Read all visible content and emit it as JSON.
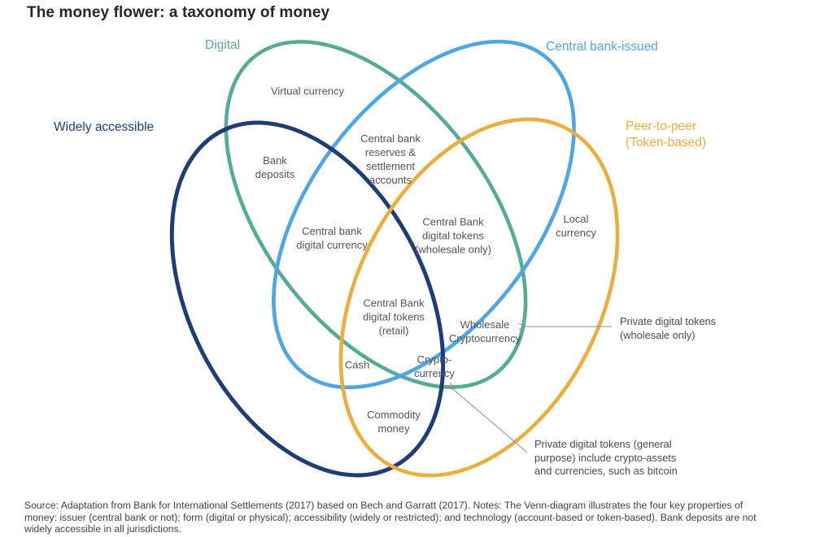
{
  "title": "The money flower: a taxonomy of money",
  "diagram": {
    "petals": [
      {
        "id": "widely-accessible",
        "label": "Widely accessible",
        "color": "#1F3C78"
      },
      {
        "id": "digital",
        "label": "Digital",
        "color": "#55AC96"
      },
      {
        "id": "central-bank-issued",
        "label": "Central bank-issued",
        "color": "#4EA6E6"
      },
      {
        "id": "peer-to-peer",
        "label": "Peer-to-peer\n(Token-based)",
        "color": "#EBAE3D"
      }
    ],
    "regions": [
      {
        "id": "virtual-currency",
        "label": "Virtual currency"
      },
      {
        "id": "bank-deposits",
        "label": "Bank\ndeposits"
      },
      {
        "id": "central-bank-reserves",
        "label": "Central bank\nreserves &\nsettlement\naccounts"
      },
      {
        "id": "central-bank-digital-currency",
        "label": "Central bank\ndigital currency"
      },
      {
        "id": "cb-digital-tokens-wholesale",
        "label": "Central Bank\ndigital tokens\n(wholesale only)"
      },
      {
        "id": "local-currency",
        "label": "Local\ncurrency"
      },
      {
        "id": "cb-digital-tokens-retail",
        "label": "Central Bank\ndigital tokens\n(retail)"
      },
      {
        "id": "wholesale-cryptocurrency",
        "label": "Wholesale\nCryptocurrency"
      },
      {
        "id": "cash",
        "label": "Cash"
      },
      {
        "id": "crypto-currency",
        "label": "Crypto-\ncurrency"
      },
      {
        "id": "commodity-money",
        "label": "Commodity\nmoney"
      }
    ],
    "annotations": [
      {
        "id": "private-digital-tokens-wholesale",
        "label": "Private digital tokens\n(wholesale only)"
      },
      {
        "id": "private-digital-tokens-general",
        "label": "Private digital tokens (general\npurpose) include crypto-assets\nand currencies, such as bitcoin"
      }
    ]
  },
  "colors": {
    "widely_accessible": "#1F3C78",
    "digital": "#55AC96",
    "central_bank_issued": "#4EA6E6",
    "peer_to_peer": "#EBAE3D",
    "region_text": "#545456",
    "annotation_text": "#4b4b4d",
    "arrow": "#8F8F8F",
    "title_text": "#262626",
    "source_text": "#414141"
  },
  "source_note": "Source: Adaptation from Bank for International Settlements (2017) based on Bech and Garratt (2017). Notes: The Venn-diagram illustrates the four key properties of\nmoney: issuer (central bank or not); form (digital or physical); accessibility (widely or restricted); and technology (account-based or token-based). Bank deposits are not\nwidely accessible in all jurisdictions."
}
